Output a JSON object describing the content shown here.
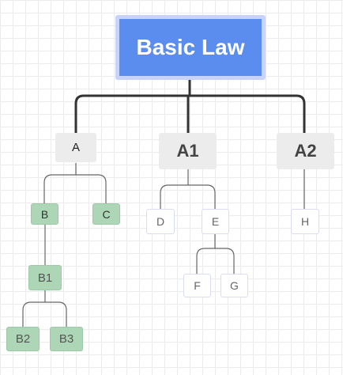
{
  "nodes": {
    "root": "Basic Law",
    "a": "A",
    "a1": "A1",
    "a2": "A2",
    "b": "B",
    "c": "C",
    "d": "D",
    "e": "E",
    "h": "H",
    "b1": "B1",
    "f": "F",
    "g": "G",
    "b2": "B2",
    "b3": "B3"
  },
  "colors": {
    "root_fill": "#5b8def",
    "root_border": "#c7d3fb",
    "gray_fill": "#ececec",
    "green_fill": "#add6b6",
    "outline_border": "#d9dcf2",
    "main_line": "#333333",
    "sub_line": "#666666"
  }
}
